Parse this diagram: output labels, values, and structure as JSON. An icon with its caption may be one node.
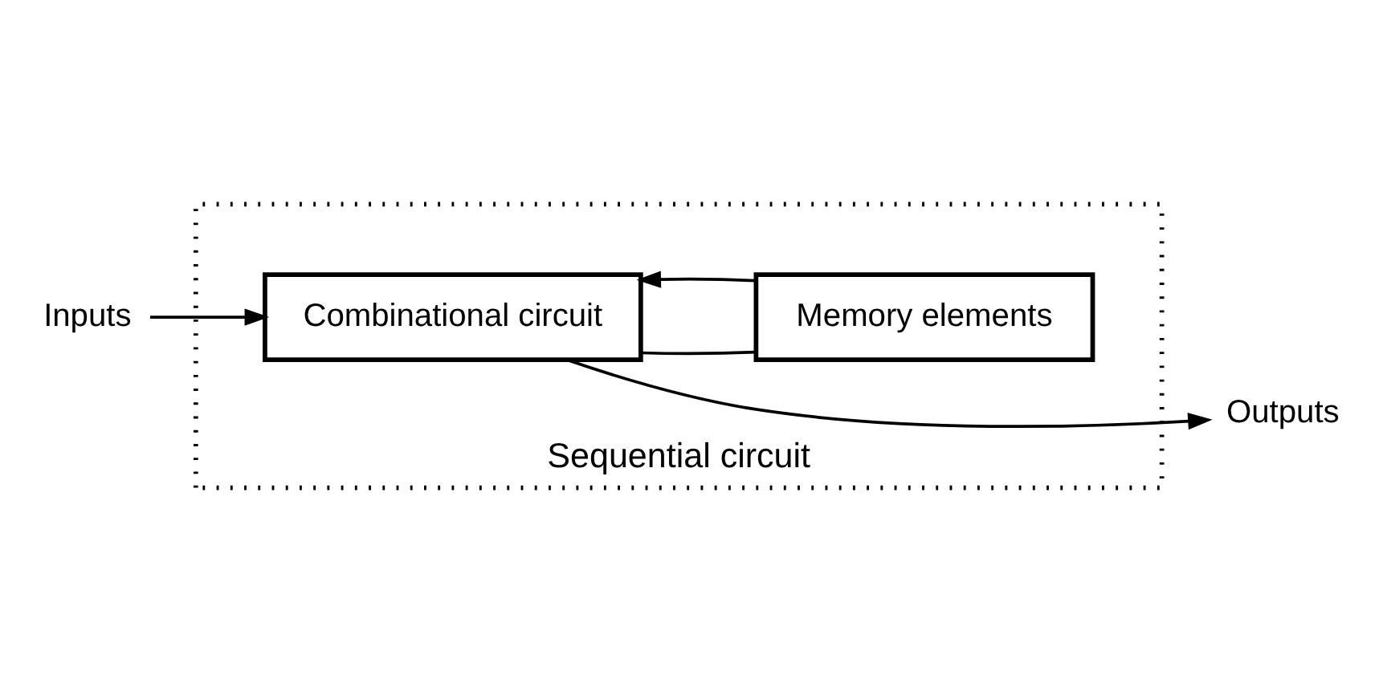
{
  "diagram": {
    "nodes": [
      {
        "text": [
          "Sequential circuit"
        ]
      },
      {
        "text": [
          "Inputs"
        ]
      },
      {
        "text": [
          "Combinational circuit"
        ],
        "in": 0
      },
      {
        "text": [
          "Memory elements"
        ],
        "in": 0
      },
      {
        "text": [
          "Outputs"
        ]
      }
    ],
    "edges": [
      {
        "from": 1,
        "to": 2,
        "arrow": "to"
      },
      {
        "from": 2,
        "to": 4,
        "arrow": "to"
      },
      {
        "from": 2,
        "to": 3,
        "arrow": "none"
      },
      {
        "from": 3,
        "to": 2,
        "arrow": "to"
      }
    ]
  }
}
